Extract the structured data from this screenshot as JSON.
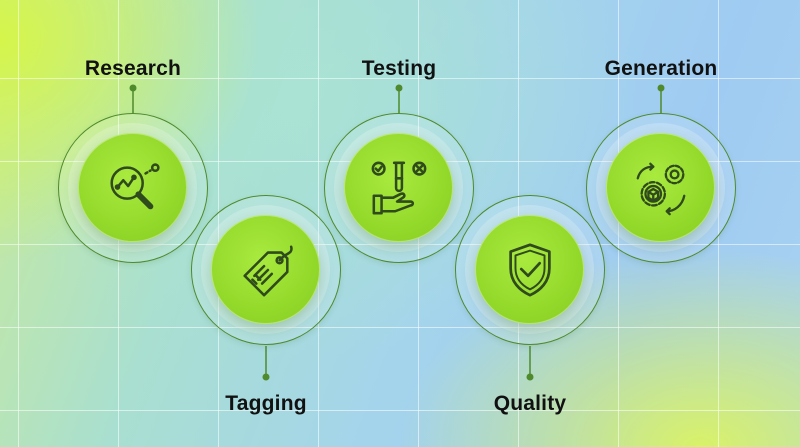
{
  "steps": [
    {
      "id": "research",
      "label": "Research",
      "icon": "magnifier-chart-icon"
    },
    {
      "id": "tagging",
      "label": "Tagging",
      "icon": "price-tag-icon"
    },
    {
      "id": "testing",
      "label": "Testing",
      "icon": "hand-test-tube-icon"
    },
    {
      "id": "quality",
      "label": "Quality",
      "icon": "shield-check-icon"
    },
    {
      "id": "generation",
      "label": "Generation",
      "icon": "gears-cube-icon"
    }
  ],
  "colors": {
    "disc_fill": "#93d92a",
    "ring_stroke": "#4f8a2c",
    "icon_stroke": "#2f4a1c",
    "label_text": "#111111"
  }
}
